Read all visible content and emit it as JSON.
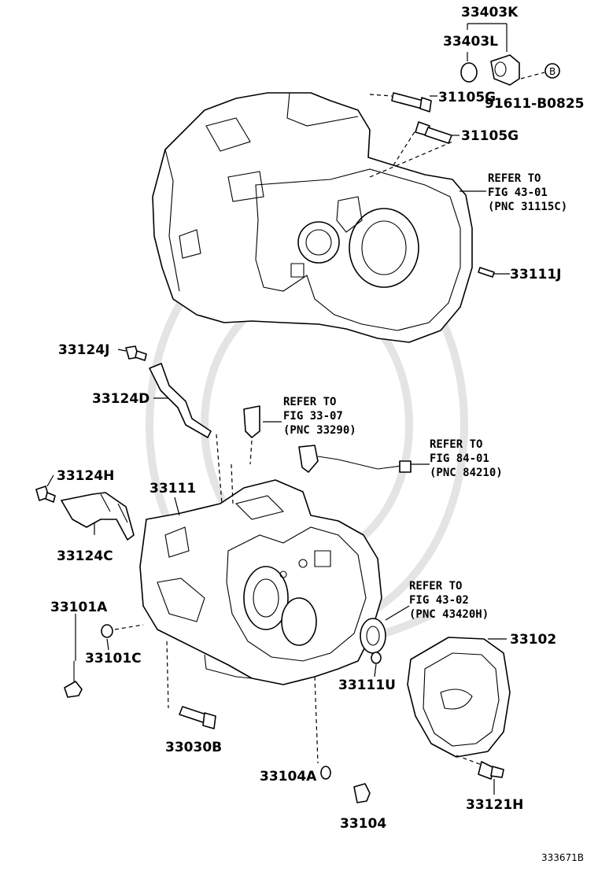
{
  "labels": {
    "p33403K": "33403K",
    "p33403L": "33403L",
    "p31105G_a": "31105G",
    "p31105G_b": "31105G",
    "p91611": "91611-B0825",
    "circleB": "B",
    "p33111J": "33111J",
    "p33124J": "33124J",
    "p33124D": "33124D",
    "p33124H": "33124H",
    "p33111": "33111",
    "p33124C": "33124C",
    "p33101A": "33101A",
    "p33101C": "33101C",
    "p33102": "33102",
    "p33111U": "33111U",
    "p33030B": "33030B",
    "p33104A": "33104A",
    "p33104": "33104",
    "p33121H": "33121H"
  },
  "refs": {
    "ref1": {
      "l1": "REFER TO",
      "l2": "FIG 43-01",
      "l3": "(PNC 31115C)"
    },
    "ref2": {
      "l1": "REFER TO",
      "l2": "FIG 33-07",
      "l3": "(PNC 33290)"
    },
    "ref3": {
      "l1": "REFER TO",
      "l2": "FIG 84-01",
      "l3": "(PNC 84210)"
    },
    "ref4": {
      "l1": "REFER TO",
      "l2": "FIG 43-02",
      "l3": "(PNC 43420H)"
    }
  },
  "figure_id": "333671B"
}
